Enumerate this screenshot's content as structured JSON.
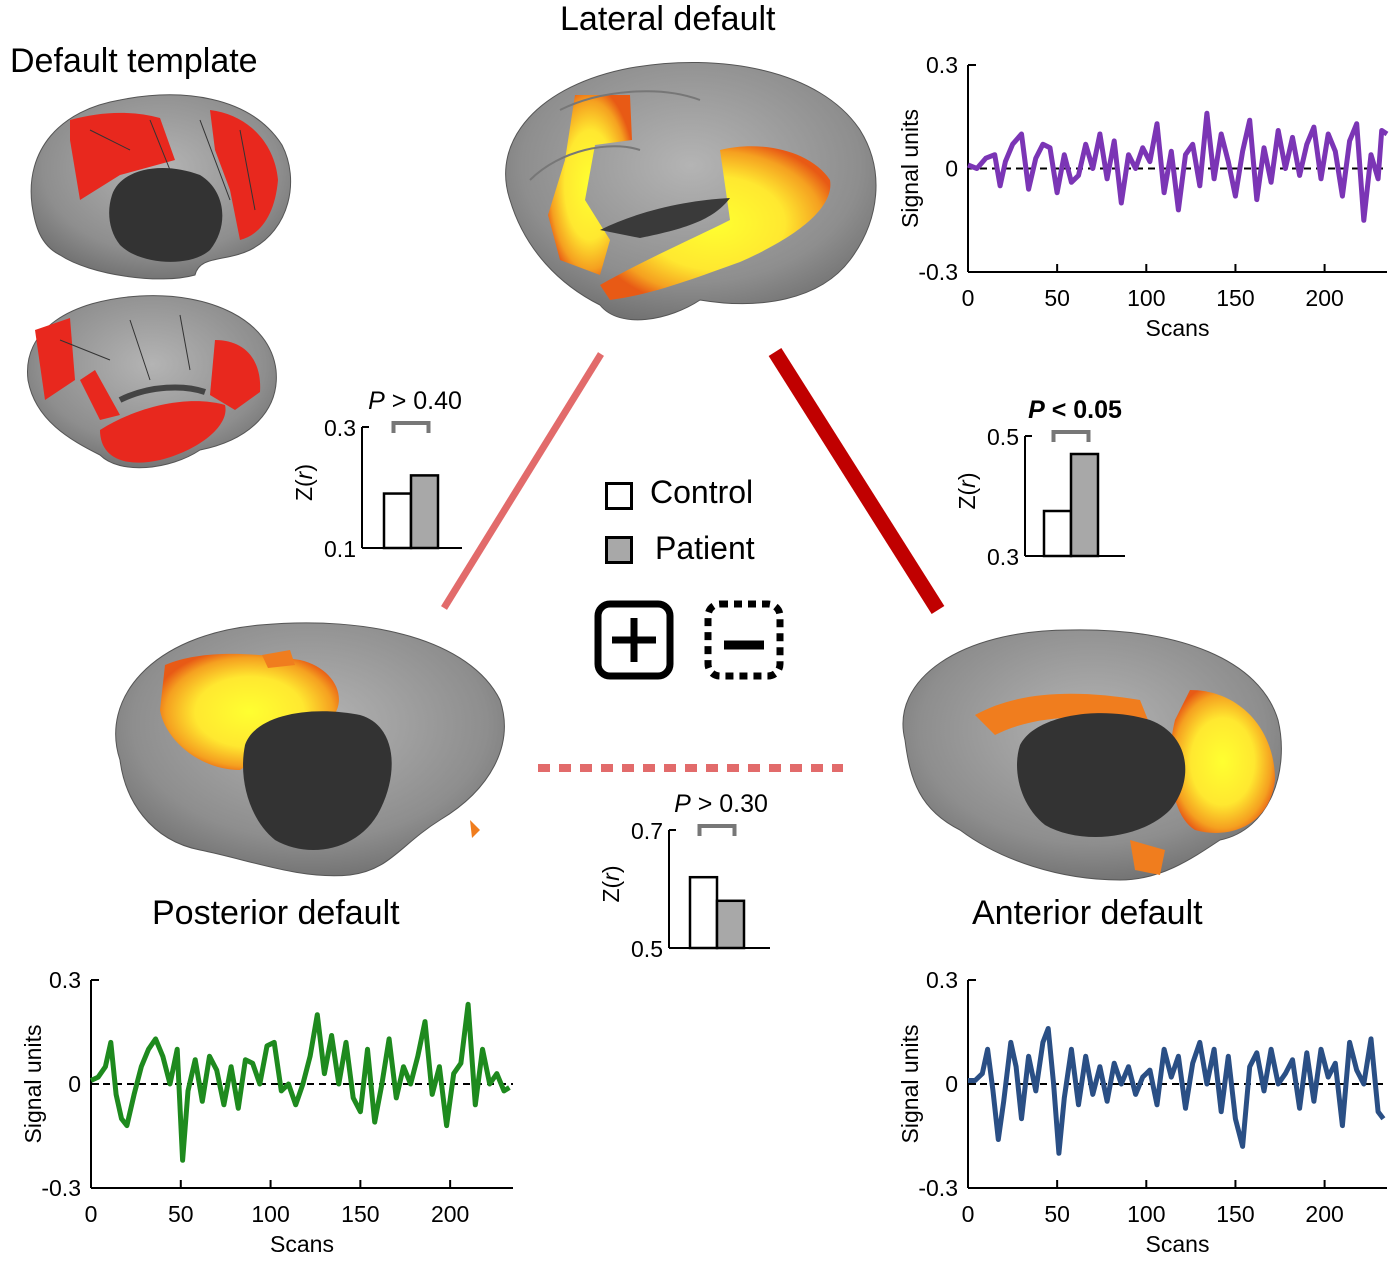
{
  "panels": {
    "default_template": {
      "title": "Default template"
    },
    "lateral": {
      "title": "Lateral default"
    },
    "posterior": {
      "title": "Posterior default"
    },
    "anterior": {
      "title": "Anterior default"
    }
  },
  "legend": {
    "control": "Control",
    "patient": "Patient",
    "plus_symbol": "plus-box-icon",
    "minus_symbol": "minus-dashed-box-icon"
  },
  "colors": {
    "lateral_trace": "#7b35b5",
    "posterior_trace": "#1e8a1e",
    "anterior_trace": "#2a4f85",
    "activation_red": "#e8281e",
    "activation_orange": "#f07d1e",
    "activation_yellow": "#ffff30",
    "weak_link": "#e26b6b",
    "strong_link": "#c00000",
    "patient_bar": "#a8a8a8"
  },
  "chart_data": [
    {
      "id": "lateral_ts",
      "type": "line",
      "xlabel": "Scans",
      "ylabel": "Signal units",
      "xlim": [
        0,
        235
      ],
      "ylim": [
        -0.3,
        0.3
      ],
      "xticks": [
        "0",
        "50",
        "100",
        "150",
        "200"
      ],
      "yticks": [
        "-0.3",
        "0",
        "0.3"
      ],
      "zero_line": "dashed",
      "series": [
        {
          "color": "#7b35b5",
          "x": [
            0,
            5,
            10,
            15,
            18,
            21,
            25,
            30,
            34,
            38,
            42,
            46,
            50,
            54,
            58,
            62,
            66,
            70,
            74,
            78,
            82,
            86,
            90,
            94,
            98,
            102,
            106,
            110,
            114,
            118,
            122,
            126,
            130,
            134,
            138,
            142,
            146,
            150,
            154,
            158,
            162,
            166,
            170,
            174,
            178,
            182,
            186,
            190,
            194,
            198,
            202,
            206,
            210,
            214,
            218,
            222,
            226,
            230,
            232,
            235
          ],
          "y": [
            0.01,
            0.0,
            0.03,
            0.04,
            -0.05,
            0.02,
            0.07,
            0.1,
            -0.06,
            0.03,
            0.07,
            0.06,
            -0.07,
            0.04,
            -0.04,
            -0.02,
            0.07,
            0.0,
            0.1,
            -0.03,
            0.08,
            -0.1,
            0.04,
            0.0,
            0.06,
            0.02,
            0.13,
            -0.07,
            0.05,
            -0.12,
            0.04,
            0.07,
            -0.05,
            0.16,
            -0.03,
            0.1,
            0.02,
            -0.08,
            0.05,
            0.14,
            -0.09,
            0.06,
            -0.04,
            0.11,
            0.0,
            0.09,
            -0.02,
            0.07,
            0.12,
            -0.03,
            0.1,
            0.05,
            -0.08,
            0.08,
            0.13,
            -0.15,
            0.04,
            -0.03,
            0.11,
            0.1
          ]
        }
      ]
    },
    {
      "id": "posterior_ts",
      "type": "line",
      "xlabel": "Scans",
      "ylabel": "Signal units",
      "xlim": [
        0,
        235
      ],
      "ylim": [
        -0.3,
        0.3
      ],
      "xticks": [
        "0",
        "50",
        "100",
        "150",
        "200"
      ],
      "yticks": [
        "-0.3",
        "0",
        "0.3"
      ],
      "zero_line": "dashed",
      "series": [
        {
          "color": "#1e8a1e",
          "x": [
            0,
            4,
            8,
            11,
            14,
            17,
            20,
            24,
            28,
            32,
            36,
            40,
            44,
            48,
            51,
            54,
            58,
            62,
            66,
            70,
            74,
            78,
            82,
            86,
            90,
            94,
            98,
            102,
            106,
            110,
            114,
            118,
            122,
            126,
            130,
            134,
            138,
            142,
            146,
            150,
            154,
            158,
            162,
            166,
            170,
            174,
            178,
            182,
            186,
            190,
            194,
            198,
            202,
            206,
            210,
            214,
            218,
            222,
            226,
            230,
            233
          ],
          "y": [
            0.01,
            0.02,
            0.05,
            0.12,
            -0.03,
            -0.1,
            -0.12,
            -0.03,
            0.05,
            0.1,
            0.13,
            0.08,
            0.0,
            0.1,
            -0.22,
            -0.02,
            0.07,
            -0.05,
            0.08,
            0.04,
            -0.06,
            0.05,
            -0.07,
            0.07,
            0.06,
            0.0,
            0.11,
            0.12,
            -0.02,
            0.0,
            -0.06,
            0.0,
            0.08,
            0.2,
            0.03,
            0.14,
            0.0,
            0.12,
            -0.04,
            -0.08,
            0.1,
            -0.11,
            0.0,
            0.13,
            -0.04,
            0.05,
            0.0,
            0.08,
            0.18,
            -0.03,
            0.05,
            -0.12,
            0.03,
            0.06,
            0.23,
            -0.06,
            0.1,
            0.0,
            0.03,
            -0.02,
            -0.01
          ]
        }
      ]
    },
    {
      "id": "anterior_ts",
      "type": "line",
      "xlabel": "Scans",
      "ylabel": "Signal units",
      "xlim": [
        0,
        235
      ],
      "ylim": [
        -0.3,
        0.3
      ],
      "xticks": [
        "0",
        "50",
        "100",
        "150",
        "200"
      ],
      "yticks": [
        "-0.3",
        "0",
        "0.3"
      ],
      "zero_line": "dashed",
      "series": [
        {
          "color": "#2a4f85",
          "x": [
            0,
            4,
            8,
            11,
            14,
            17,
            20,
            24,
            27,
            30,
            34,
            38,
            42,
            45,
            48,
            51,
            54,
            58,
            62,
            66,
            70,
            74,
            78,
            82,
            86,
            90,
            94,
            98,
            102,
            106,
            110,
            114,
            118,
            122,
            126,
            130,
            134,
            138,
            142,
            146,
            150,
            154,
            158,
            162,
            166,
            170,
            174,
            178,
            182,
            186,
            190,
            194,
            198,
            202,
            206,
            210,
            214,
            218,
            222,
            226,
            230,
            233
          ],
          "y": [
            0.01,
            0.01,
            0.03,
            0.1,
            -0.02,
            -0.16,
            -0.05,
            0.12,
            0.05,
            -0.1,
            0.08,
            -0.02,
            0.12,
            0.16,
            0.0,
            -0.2,
            -0.04,
            0.1,
            -0.06,
            0.08,
            -0.03,
            0.05,
            -0.05,
            0.06,
            0.0,
            0.05,
            -0.03,
            0.02,
            0.04,
            -0.06,
            0.1,
            0.02,
            0.08,
            -0.07,
            0.06,
            0.12,
            0.0,
            0.1,
            -0.08,
            0.08,
            -0.1,
            -0.18,
            0.05,
            0.09,
            -0.02,
            0.1,
            0.0,
            0.03,
            0.07,
            -0.07,
            0.09,
            -0.05,
            0.1,
            0.02,
            0.06,
            -0.12,
            0.12,
            0.04,
            0.0,
            0.13,
            -0.08,
            -0.1
          ]
        }
      ]
    },
    {
      "id": "bar_lat_post",
      "type": "bar",
      "categories": [
        "Control",
        "Patient"
      ],
      "values": [
        0.19,
        0.22
      ],
      "ylabel": "Z(r)",
      "ylim": [
        0.1,
        0.3
      ],
      "yticks": [
        "0.1",
        "0.3"
      ],
      "annotation": "P > 0.40",
      "significant": false
    },
    {
      "id": "bar_lat_ant",
      "type": "bar",
      "categories": [
        "Control",
        "Patient"
      ],
      "values": [
        0.375,
        0.47
      ],
      "ylabel": "Z(r)",
      "ylim": [
        0.3,
        0.5
      ],
      "yticks": [
        "0.3",
        "0.5"
      ],
      "annotation": "P < 0.05",
      "significant": true
    },
    {
      "id": "bar_post_ant",
      "type": "bar",
      "categories": [
        "Control",
        "Patient"
      ],
      "values": [
        0.62,
        0.58
      ],
      "ylabel": "Z(r)",
      "ylim": [
        0.5,
        0.7
      ],
      "yticks": [
        "0.5",
        "0.7"
      ],
      "annotation": "P > 0.30",
      "significant": false
    }
  ]
}
